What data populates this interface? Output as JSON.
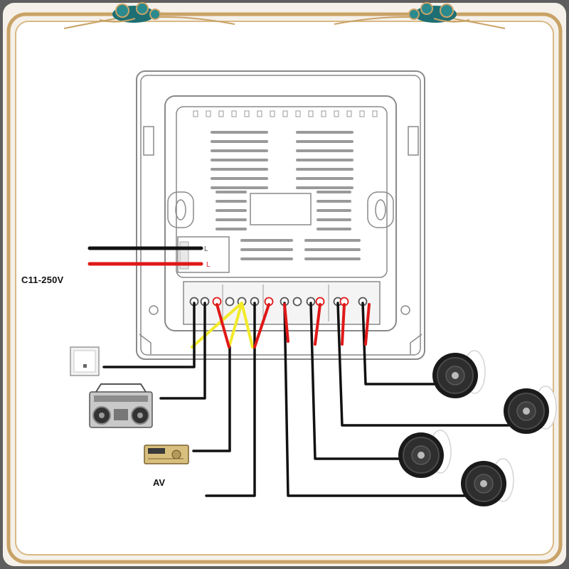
{
  "labels": {
    "power_voltage": "C11-250V",
    "power_terminal_1": "L",
    "power_terminal_2": "L",
    "av_receiver": "AV"
  },
  "devices": [
    {
      "name": "wall-switch",
      "icon": "light-switch-icon"
    },
    {
      "name": "boombox",
      "icon": "boombox-radio-icon"
    },
    {
      "name": "av-receiver",
      "icon": "av-receiver-icon"
    },
    {
      "name": "ceiling-speaker-1",
      "icon": "ceiling-speaker-icon"
    },
    {
      "name": "ceiling-speaker-2",
      "icon": "ceiling-speaker-icon"
    },
    {
      "name": "ceiling-speaker-3",
      "icon": "ceiling-speaker-icon"
    },
    {
      "name": "ceiling-speaker-4",
      "icon": "ceiling-speaker-icon"
    }
  ],
  "terminal_block": {
    "terminal_count": 14
  },
  "colors": {
    "wire_black": "#111111",
    "wire_red": "#e01818",
    "wire_yellow": "#f2ea2a",
    "frame_gold": "#c9a267",
    "ornament_teal": "#1d6f73"
  }
}
